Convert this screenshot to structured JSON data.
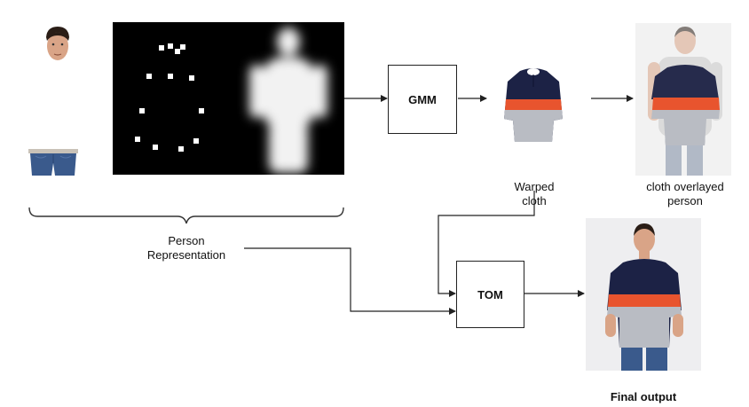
{
  "diagram": {
    "nodes": {
      "gmm": {
        "label": "GMM"
      },
      "tom": {
        "label": "TOM"
      }
    },
    "labels": {
      "person_representation_line1": "Person",
      "person_representation_line2": "Representation",
      "warped_cloth_line1": "Warped",
      "warped_cloth_line2": "cloth",
      "overlay_line1": "cloth overlayed",
      "overlay_line2": "person",
      "final_output": "Final output"
    },
    "colors": {
      "shirt_navy": "#1c2245",
      "shirt_red": "#e8542e",
      "shirt_grey": "#b9bcc3",
      "jeans": "#3a5a8c",
      "skin": "#d9a487",
      "hair": "#2a1d16",
      "panel_black": "#000000",
      "edge": "#222222"
    },
    "icons": [
      "head-photo",
      "legs-photo",
      "pose-keypoints-map",
      "body-shape-mask",
      "warped-shirt",
      "overlay-person-photo",
      "final-person-photo"
    ]
  }
}
